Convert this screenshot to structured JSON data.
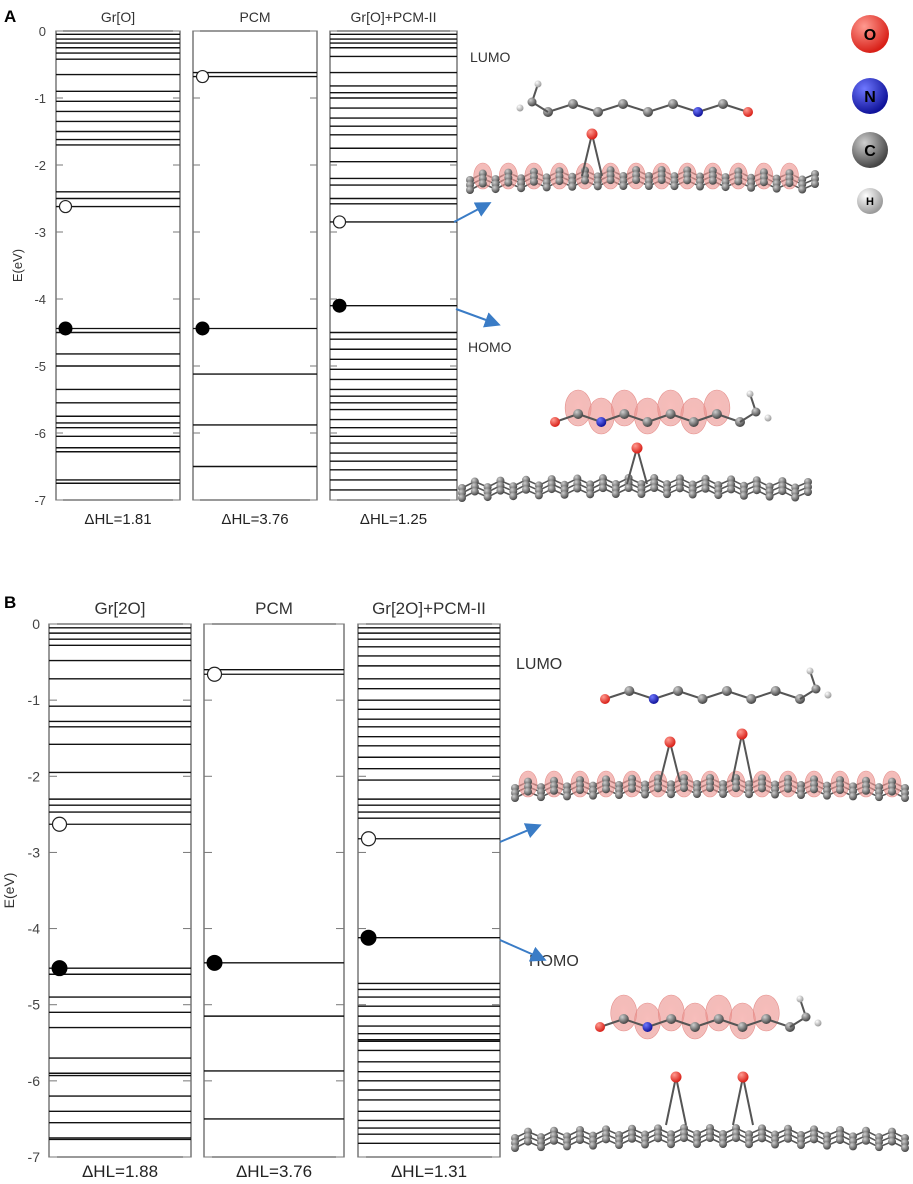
{
  "chart_data": [
    {
      "type": "energy_level_diagram",
      "panel_label": "A",
      "ylabel": "E(eV)",
      "ylim": [
        -7,
        0
      ],
      "y_ticks": [
        "0",
        "-1",
        "-2",
        "-3",
        "-4",
        "-5",
        "-6",
        "-7"
      ],
      "columns": [
        {
          "name": "Gr[O]",
          "delta_hl_label": "ΔHL=1.81",
          "homo": -4.44,
          "lumo": -2.62,
          "levels": [
            -0.05,
            -0.12,
            -0.18,
            -0.25,
            -0.33,
            -0.42,
            -0.65,
            -0.9,
            -1.05,
            -1.2,
            -1.35,
            -1.5,
            -1.62,
            -1.7,
            -2.4,
            -2.5,
            -2.62,
            -4.44,
            -4.5,
            -4.82,
            -5.0,
            -5.35,
            -5.55,
            -5.75,
            -5.85,
            -5.92,
            -6.05,
            -6.22,
            -6.28,
            -6.7,
            -6.75
          ]
        },
        {
          "name": "PCM",
          "delta_hl_label": "ΔHL=3.76",
          "homo": -4.44,
          "lumo": -0.68,
          "levels": [
            -0.62,
            -0.68,
            -4.44,
            -5.12,
            -5.88,
            -6.5
          ]
        },
        {
          "name": "Gr[O]+PCM-II",
          "delta_hl_label": "ΔHL=1.25",
          "homo": -4.1,
          "lumo": -2.85,
          "levels": [
            -0.05,
            -0.12,
            -0.18,
            -0.25,
            -0.38,
            -0.62,
            -0.82,
            -0.92,
            -1.0,
            -1.15,
            -1.3,
            -1.42,
            -1.55,
            -1.75,
            -1.95,
            -2.2,
            -2.3,
            -2.5,
            -2.58,
            -2.85,
            -4.1,
            -4.5,
            -4.6,
            -4.75,
            -4.9,
            -5.05,
            -5.2,
            -5.35,
            -5.45,
            -5.55,
            -5.65,
            -5.8,
            -5.92,
            -6.05,
            -6.15,
            -6.3,
            -6.42,
            -6.55,
            -6.7,
            -6.85
          ]
        }
      ],
      "annotations": [
        "LUMO",
        "HOMO"
      ],
      "element_legend": [
        {
          "symbol": "O",
          "color": "#e8403a"
        },
        {
          "symbol": "N",
          "color": "#1d22c9"
        },
        {
          "symbol": "C",
          "color": "#707070"
        },
        {
          "symbol": "H",
          "color": "#d8d8d8"
        }
      ]
    },
    {
      "type": "energy_level_diagram",
      "panel_label": "B",
      "ylabel": "E(eV)",
      "ylim": [
        -7,
        0
      ],
      "y_ticks": [
        "0",
        "-1",
        "-2",
        "-3",
        "-4",
        "-5",
        "-6",
        "-7"
      ],
      "columns": [
        {
          "name": "Gr[2O]",
          "delta_hl_label": "ΔHL=1.88",
          "homo": -4.52,
          "lumo": -2.63,
          "levels": [
            -0.05,
            -0.12,
            -0.2,
            -0.28,
            -0.48,
            -0.72,
            -1.08,
            -1.28,
            -1.35,
            -1.58,
            -1.95,
            -2.3,
            -2.38,
            -2.47,
            -2.63,
            -4.52,
            -4.6,
            -4.9,
            -5.1,
            -5.3,
            -5.7,
            -5.9,
            -5.93,
            -6.2,
            -6.4,
            -6.55,
            -6.75,
            -6.77
          ]
        },
        {
          "name": "PCM",
          "delta_hl_label": "ΔHL=3.76",
          "homo": -4.45,
          "lumo": -0.66,
          "levels": [
            -0.6,
            -0.66,
            -4.45,
            -5.15,
            -5.87,
            -6.5
          ]
        },
        {
          "name": "Gr[2O]+PCM-II",
          "delta_hl_label": "ΔHL=1.31",
          "homo": -4.12,
          "lumo": -2.82,
          "levels": [
            -0.05,
            -0.12,
            -0.2,
            -0.3,
            -0.42,
            -0.55,
            -0.72,
            -0.85,
            -1.0,
            -1.12,
            -1.25,
            -1.35,
            -1.48,
            -1.6,
            -1.75,
            -1.9,
            -2.05,
            -2.3,
            -2.38,
            -2.47,
            -2.55,
            -2.82,
            -4.12,
            -4.72,
            -4.8,
            -4.9,
            -5.02,
            -5.15,
            -5.28,
            -5.38,
            -5.46,
            -5.48,
            -5.6,
            -5.75,
            -5.88,
            -6.0,
            -6.12,
            -6.25,
            -6.4,
            -6.52,
            -6.62,
            -6.7,
            -6.82
          ]
        }
      ],
      "annotations": [
        "LUMO",
        "HOMO"
      ]
    }
  ]
}
